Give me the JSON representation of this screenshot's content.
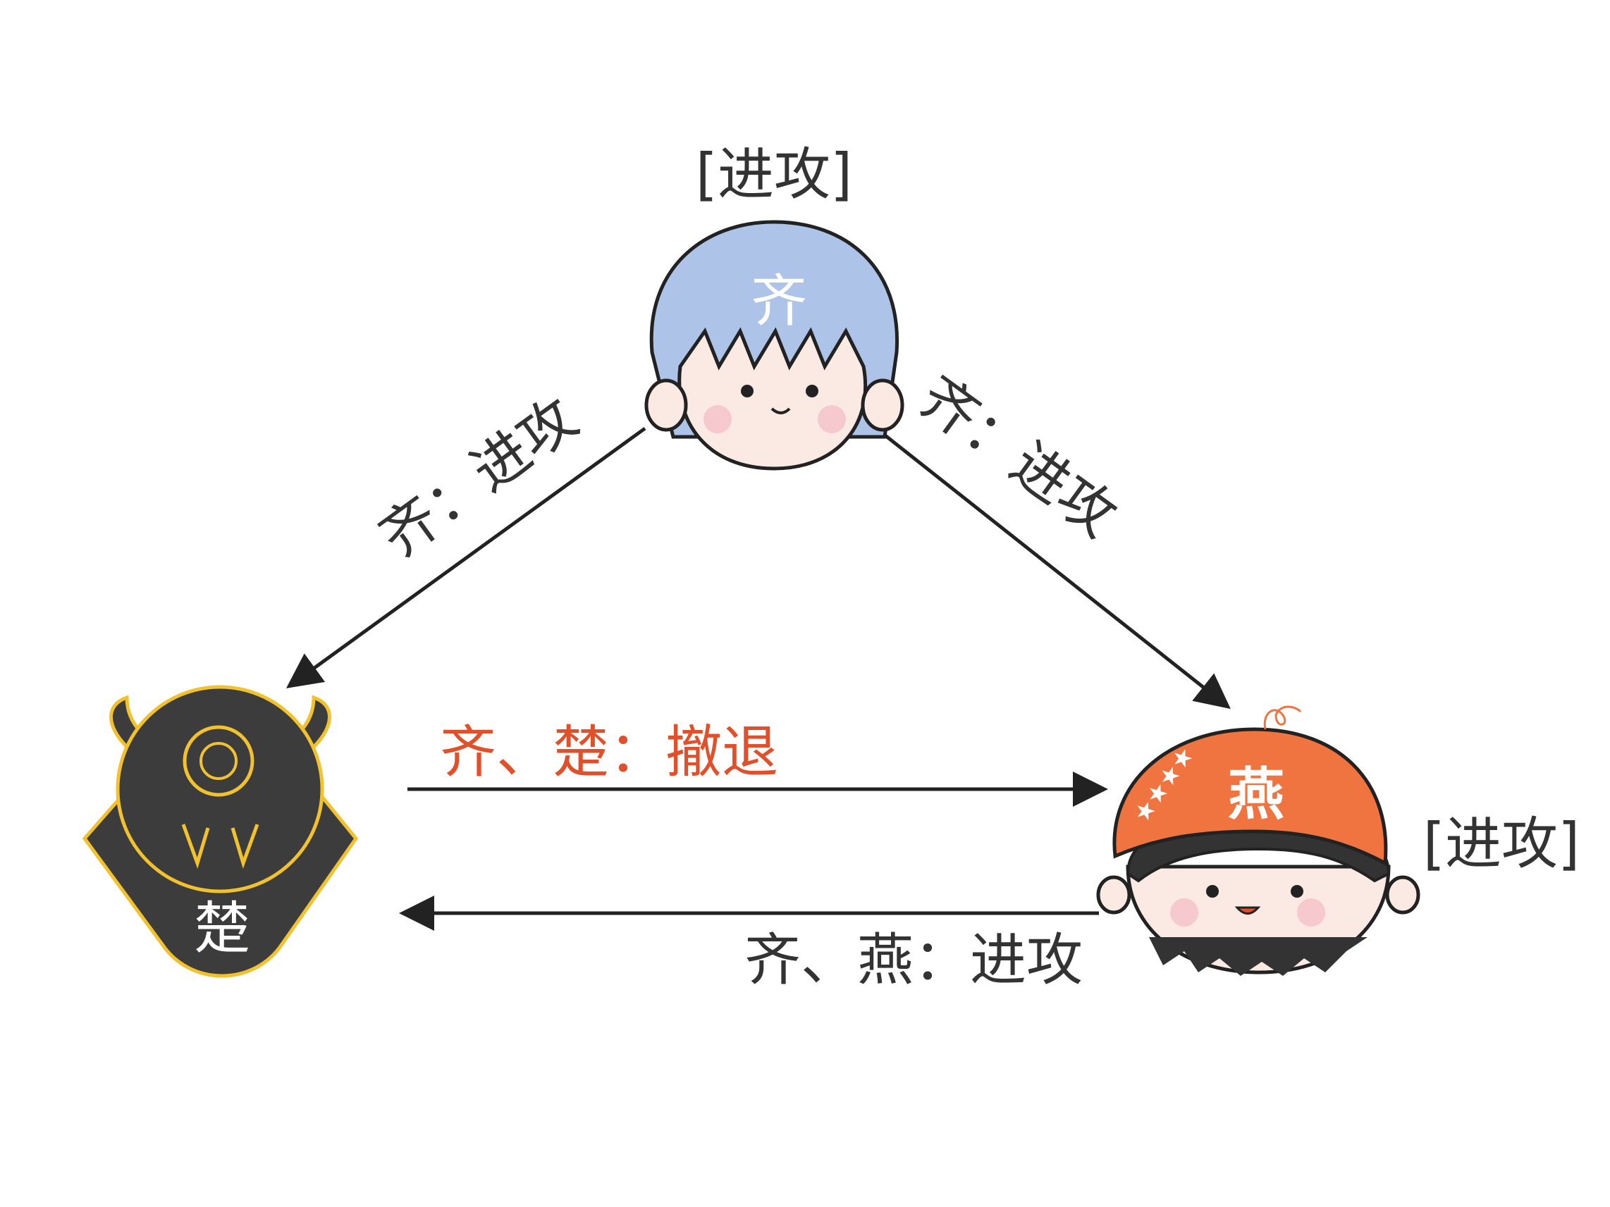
{
  "nodes": {
    "qi": {
      "name": "齐",
      "status": "[进攻]",
      "color": "#aec3e8"
    },
    "chu": {
      "name": "楚",
      "color": "#3c3c3c",
      "outline": "#f2c12e"
    },
    "yan": {
      "name": "燕",
      "status": "[进攻]",
      "color": "#ef7440"
    }
  },
  "edges": {
    "qi_to_chu": "齐：进攻",
    "qi_to_yan": "齐：进攻",
    "chu_to_yan": "齐、楚：撤退",
    "yan_to_chu": "齐、燕：进攻"
  },
  "colors": {
    "retreat": "#e0502a",
    "text": "#333333"
  }
}
